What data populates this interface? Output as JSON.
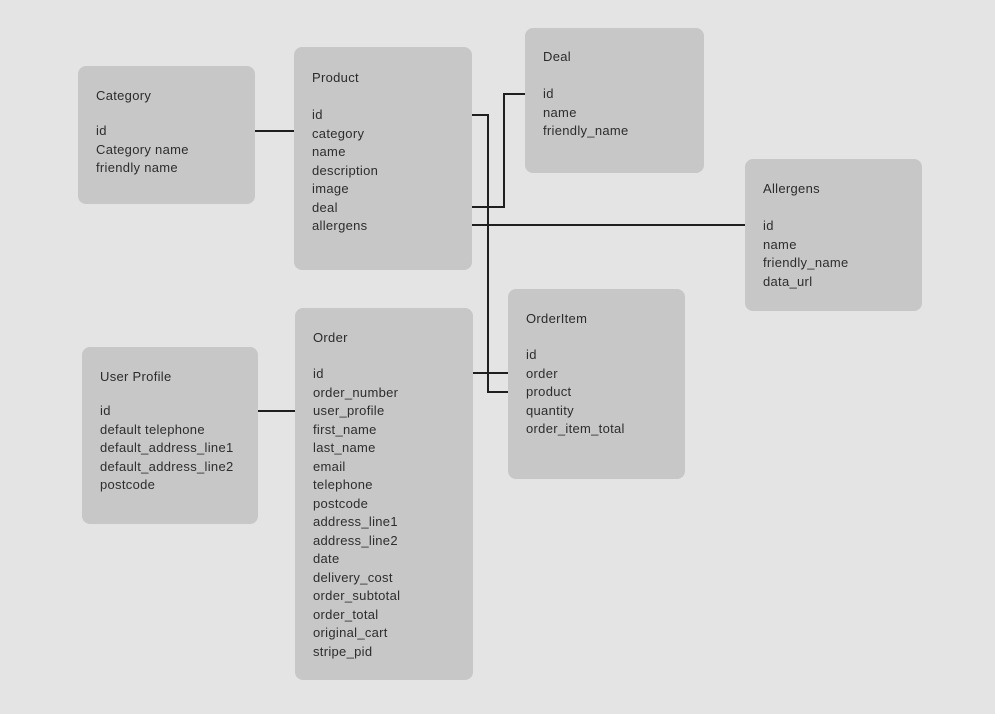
{
  "diagram": {
    "entities": [
      {
        "name": "Category",
        "fields": [
          "id",
          "Category name",
          "friendly name"
        ]
      },
      {
        "name": "Product",
        "fields": [
          "id",
          "category",
          "name",
          "description",
          "image",
          "deal",
          "allergens"
        ]
      },
      {
        "name": "Deal",
        "fields": [
          "id",
          "name",
          "friendly_name"
        ]
      },
      {
        "name": "Allergens",
        "fields": [
          "id",
          "name",
          "friendly_name",
          "data_url"
        ]
      },
      {
        "name": "User Profile",
        "fields": [
          "id",
          "default telephone",
          "default_address_line1",
          "default_address_line2",
          "postcode"
        ]
      },
      {
        "name": "Order",
        "fields": [
          "id",
          "order_number",
          "user_profile",
          "first_name",
          "last_name",
          "email",
          "telephone",
          "postcode",
          "address_line1",
          "address_line2",
          "date",
          "delivery_cost",
          "order_subtotal",
          "order_total",
          "original_cart",
          "stripe_pid"
        ]
      },
      {
        "name": "OrderItem",
        "fields": [
          "id",
          "order",
          "product",
          "quantity",
          "order_item_total"
        ]
      }
    ],
    "connections": [
      {
        "from": "Category.id",
        "to": "Product.category"
      },
      {
        "from": "Product.id",
        "to": "OrderItem.product"
      },
      {
        "from": "Product.deal",
        "to": "Deal.id"
      },
      {
        "from": "Product.allergens",
        "to": "Allergens.id"
      },
      {
        "from": "User Profile.id",
        "to": "Order.user_profile"
      },
      {
        "from": "Order.id",
        "to": "OrderItem.order"
      }
    ],
    "colors": {
      "background": "#e4e4e5",
      "box": "#c7c7c8",
      "line": "#1f1f1f",
      "text": "#2d2d2d"
    }
  }
}
